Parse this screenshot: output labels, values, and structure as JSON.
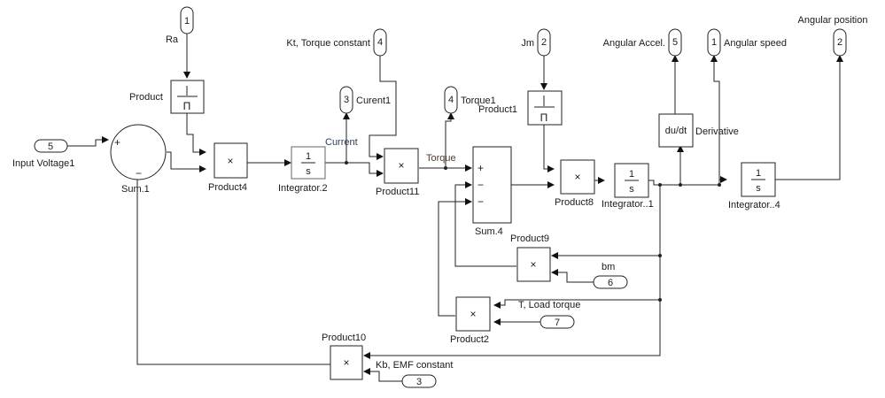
{
  "diagram": {
    "type": "simulink-block-diagram",
    "subject": "DC motor model",
    "inports": [
      {
        "id": "inport-ra",
        "number": "1",
        "label": "Ra"
      },
      {
        "id": "inport-jm",
        "number": "2",
        "label": "Jm"
      },
      {
        "id": "inport-kb",
        "number": "3",
        "label": "Kb, EMF constant"
      },
      {
        "id": "inport-kt",
        "number": "4",
        "label": "Kt, Torque constant"
      },
      {
        "id": "inport-voltage",
        "number": "5",
        "label": "Input Voltage1"
      },
      {
        "id": "inport-bm",
        "number": "6",
        "label": "bm"
      },
      {
        "id": "inport-load",
        "number": "7",
        "label": "T, Load torque"
      }
    ],
    "outports": [
      {
        "id": "outport-speed",
        "number": "1",
        "label": "Angular speed"
      },
      {
        "id": "outport-position",
        "number": "2",
        "label": "Angular position"
      },
      {
        "id": "outport-current",
        "number": "3",
        "label": "Curent1"
      },
      {
        "id": "outport-torque",
        "number": "4",
        "label": "Torque1"
      },
      {
        "id": "outport-accel",
        "number": "5",
        "label": "Angular Accel."
      }
    ],
    "blocks": {
      "product": {
        "label": "Product",
        "symbol_top": "|",
        "symbol_bottom": "Π"
      },
      "product1": {
        "label": "Product1",
        "symbol_top": "|",
        "symbol_bottom": "Π"
      },
      "product4": {
        "label": "Product4",
        "symbol": "×"
      },
      "product11": {
        "label": "Product11",
        "symbol": "×"
      },
      "product8": {
        "label": "Product8",
        "symbol": "×"
      },
      "product9": {
        "label": "Product9",
        "symbol": "×"
      },
      "product2": {
        "label": "Product2",
        "symbol": "×"
      },
      "product10": {
        "label": "Product10",
        "symbol": "×"
      },
      "sum1": {
        "label": "Sum.1",
        "signs": [
          "+",
          "−"
        ]
      },
      "sum4": {
        "label": "Sum.4",
        "signs": [
          "+",
          "−",
          "−"
        ]
      },
      "integrator2": {
        "label": "Integrator.2",
        "num": "1",
        "den": "s"
      },
      "integrator1": {
        "label": "Integrator..1",
        "num": "1",
        "den": "s"
      },
      "integrator4": {
        "label": "Integrator..4",
        "num": "1",
        "den": "s"
      },
      "derivative": {
        "label": "Derivative",
        "symbol": "du/dt"
      }
    },
    "signals": {
      "current": "Current",
      "torque": "Torque"
    }
  }
}
